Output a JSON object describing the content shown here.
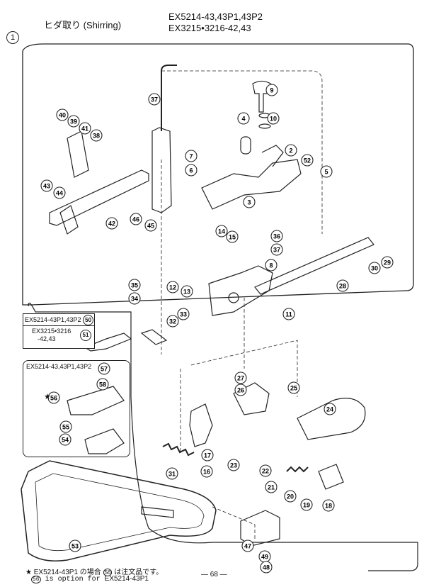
{
  "header": {
    "title": "ヒダ取り (Shirring)",
    "models_line1": "EX5214-43,43P1,43P2",
    "models_line2": "EX3215•3216-42,43"
  },
  "assembly_number": "1",
  "variant_box": {
    "row1_label": "EX5214-43P1,43P2",
    "row1_part": "50",
    "row2_label_a": "EX3215•3216",
    "row2_label_b": "-42,43",
    "row2_part": "51"
  },
  "inset_box": {
    "title": "EX5214-43,43P1,43P2"
  },
  "callouts": [
    "9",
    "10",
    "4",
    "2",
    "52",
    "5",
    "7",
    "6",
    "3",
    "37",
    "40",
    "39",
    "41",
    "38",
    "43",
    "44",
    "42",
    "46",
    "45",
    "14",
    "15",
    "36",
    "37",
    "30",
    "29",
    "28",
    "8",
    "12",
    "13",
    "35",
    "34",
    "33",
    "32",
    "11",
    "27",
    "26",
    "25",
    "24",
    "57",
    "58",
    "56",
    "55",
    "54",
    "31",
    "16",
    "17",
    "23",
    "22",
    "21",
    "20",
    "19",
    "18",
    "53",
    "47",
    "49",
    "48"
  ],
  "star_marker": "★",
  "footer": {
    "note_jp_prefix": "★ EX5214-43P1 の場合",
    "note_jp_part": "56",
    "note_jp_suffix": "は注文品です。",
    "note_en_part": "56",
    "note_en_text": "is option for",
    "note_en_model": "EX5214-43P1",
    "page_number": "— 68 —"
  }
}
